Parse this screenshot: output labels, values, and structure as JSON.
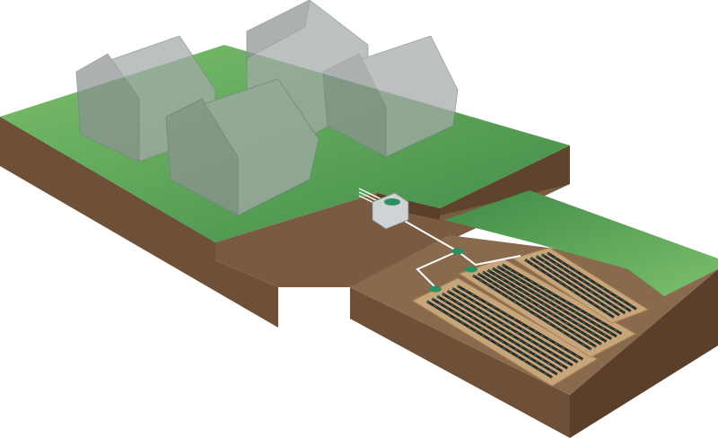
{
  "colors": {
    "grass": "#5a9e55",
    "grass_light": "#7bbf6a",
    "soil_top": "#8a6a4c",
    "soil_side": "#6e5038",
    "soil_dark": "#5a3f2a",
    "house": "#9a9f9f",
    "bed": "#c9a57a",
    "pipe": "#2d2d2d",
    "lateral": "#2e8f60",
    "tank": "#d0d4d6",
    "line": "#ffffff"
  },
  "beds": [
    {
      "pipes": 7
    },
    {
      "pipes": 7
    },
    {
      "pipes": 5
    }
  ]
}
